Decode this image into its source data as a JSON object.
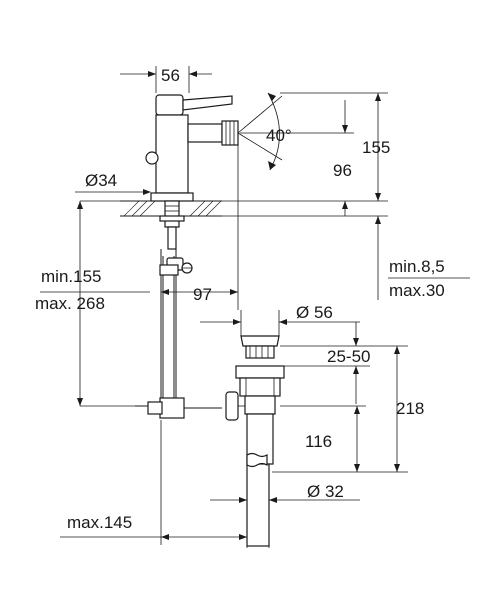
{
  "dimensions": {
    "spout_width": "56",
    "angle": "40°",
    "total_height": "155",
    "spout_height": "96",
    "base_diameter": "Ø34",
    "hose_length_min": "min.155",
    "hose_length_max": "max. 268",
    "reach": "97",
    "deck_thickness_min": "min.8,5",
    "deck_thickness_max": "max.30",
    "waste_head_diameter": "Ø 56",
    "waste_range": "25-50",
    "waste_height": "218",
    "waste_tail": "116",
    "tail_diameter": "Ø 32",
    "rod_max": "max.145"
  }
}
